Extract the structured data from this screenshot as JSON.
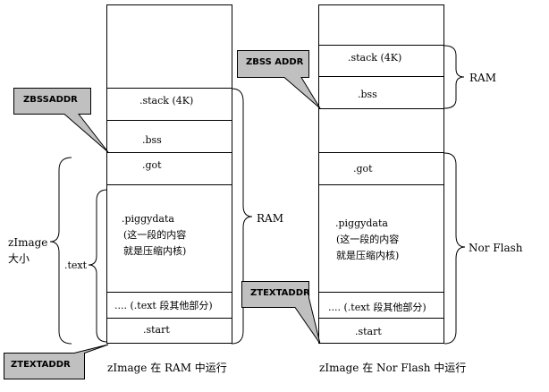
{
  "left_memory": {
    "segments": {
      "stack": ".stack (4K)",
      "bss": ".bss",
      "got": ".got",
      "piggydata": ".piggydata",
      "piggydata_note": "(这一段的内容\n就是压缩内核)",
      "text_rest": ".... (.text 段其他部分)",
      "start": ".start"
    },
    "callout_top": "ZBSSADDR",
    "callout_bottom": "ZTEXTADDR",
    "brace_left_label": "zImage\n大小",
    "brace_inner_label": ".text",
    "brace_right_label": "RAM",
    "caption": "zImage 在 RAM 中运行"
  },
  "right_memory": {
    "segments": {
      "stack": ".stack (4K)",
      "bss": ".bss",
      "got": ".got",
      "piggydata": ".piggydata",
      "piggydata_note": "(这一段的内容\n就是压缩内核)",
      "text_rest": ".... (.text 段其他部分)",
      "start": ".start"
    },
    "callout_top": "ZBSS ADDR",
    "callout_bottom": "ZTEXTADDR",
    "brace_ram_label": "RAM",
    "brace_flash_label": "Nor Flash",
    "caption": "zImage 在 Nor Flash 中运行"
  },
  "colors": {
    "callout_fill": "#c0c0c0",
    "line": "#000000",
    "background": "#ffffff"
  }
}
